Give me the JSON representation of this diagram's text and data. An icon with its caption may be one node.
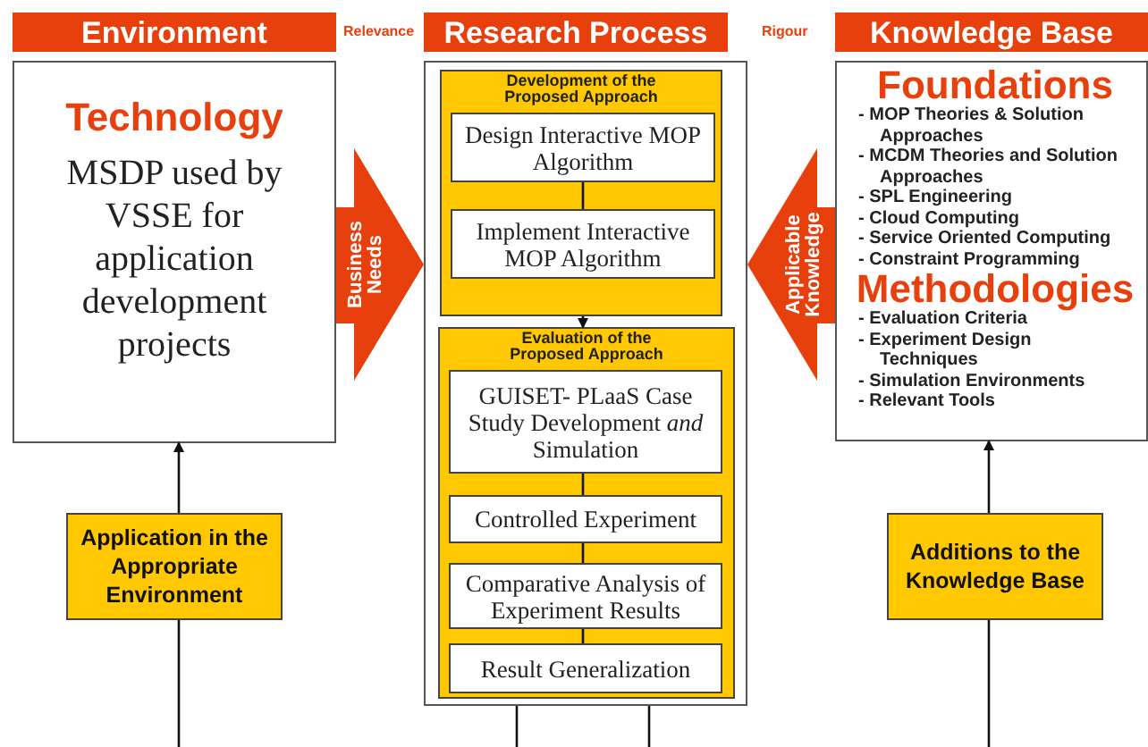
{
  "diagram": {
    "nodes": [
      {
        "text": [
          "Environment"
        ]
      },
      {
        "text": [
          "Research Process"
        ]
      },
      {
        "text": [
          "Knowledge Base"
        ]
      },
      {
        "text": [
          "Technology",
          "MSDP used by VSSE for application development projects"
        ]
      },
      {
        "text": [],
        "shape": "box"
      },
      {
        "text": [
          "Development of the Proposed Approach"
        ],
        "in": 4
      },
      {
        "text": [
          "Design Interactive MOP Algorithm"
        ],
        "in": 5
      },
      {
        "text": [
          "Implement Interactive MOP Algorithm"
        ],
        "in": 5
      },
      {
        "text": [
          "Evaluation of the Proposed Approach"
        ],
        "in": 4
      },
      {
        "text": [
          "GUISET- PLaaS Case Study Development *and* Simulation"
        ],
        "in": 8
      },
      {
        "text": [
          "Controlled Experiment"
        ],
        "in": 8
      },
      {
        "text": [
          "Comparative Analysis of Experiment Results"
        ],
        "in": 8
      },
      {
        "text": [
          "Result Generalization"
        ],
        "in": 8
      },
      {
        "text": [
          "Foundations",
          "- MOP Theories & Solution Approaches",
          "- MCDM Theories and Solution Approaches",
          "- SPL Engineering",
          "- Cloud Computing",
          "- Service Oriented Computing",
          "- Constraint Programming",
          "Methodologies",
          "- Evaluation Criteria",
          "- Experiment Design Techniques",
          "- Simulation Environments",
          "- Relevant Tools"
        ]
      },
      {
        "text": [
          "Application in the Appropriate Environment"
        ]
      },
      {
        "text": [
          "Additions to the Knowledge Base"
        ]
      }
    ],
    "edges": [
      {
        "from": 6,
        "to": 7,
        "arrow": "none"
      },
      {
        "from": 5,
        "to": 8,
        "arrow": "to"
      },
      {
        "from": 9,
        "to": 10,
        "arrow": "none"
      },
      {
        "from": 10,
        "to": 11,
        "arrow": "none"
      },
      {
        "from": 11,
        "to": 12,
        "arrow": "none"
      },
      {
        "from": 14,
        "to": 3,
        "arrow": "to"
      },
      {
        "from": null,
        "to": 14,
        "arrow": "none"
      },
      {
        "from": 15,
        "to": 13,
        "arrow": "to"
      },
      {
        "from": null,
        "to": 15,
        "arrow": "none"
      },
      {
        "from": 4,
        "to": null,
        "arrow": "none"
      },
      {
        "from": 4,
        "to": null,
        "arrow": "none"
      },
      {
        "from": 3,
        "to": 4,
        "arrow": "to",
        "label": "Business Needs",
        "style": "thick",
        "color": "#e8400c"
      },
      {
        "from": 13,
        "to": 4,
        "arrow": "to",
        "label": "Applicable Knowledge",
        "style": "thick",
        "color": "#e8400c"
      }
    ],
    "labels": [
      "Relevance",
      "Rigour"
    ]
  }
}
